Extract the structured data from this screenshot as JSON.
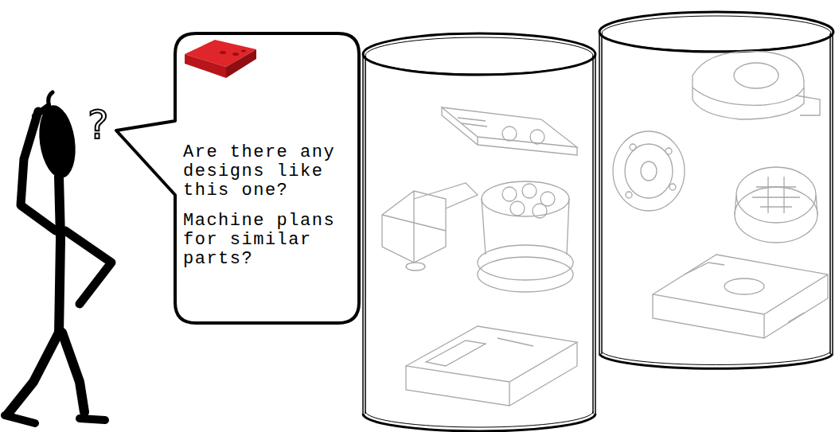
{
  "diagram": {
    "nodes": [
      {
        "text": [
          "Are there any designs like this one?",
          "Machine plans for similar parts?"
        ]
      }
    ],
    "labels": [
      "?"
    ]
  }
}
